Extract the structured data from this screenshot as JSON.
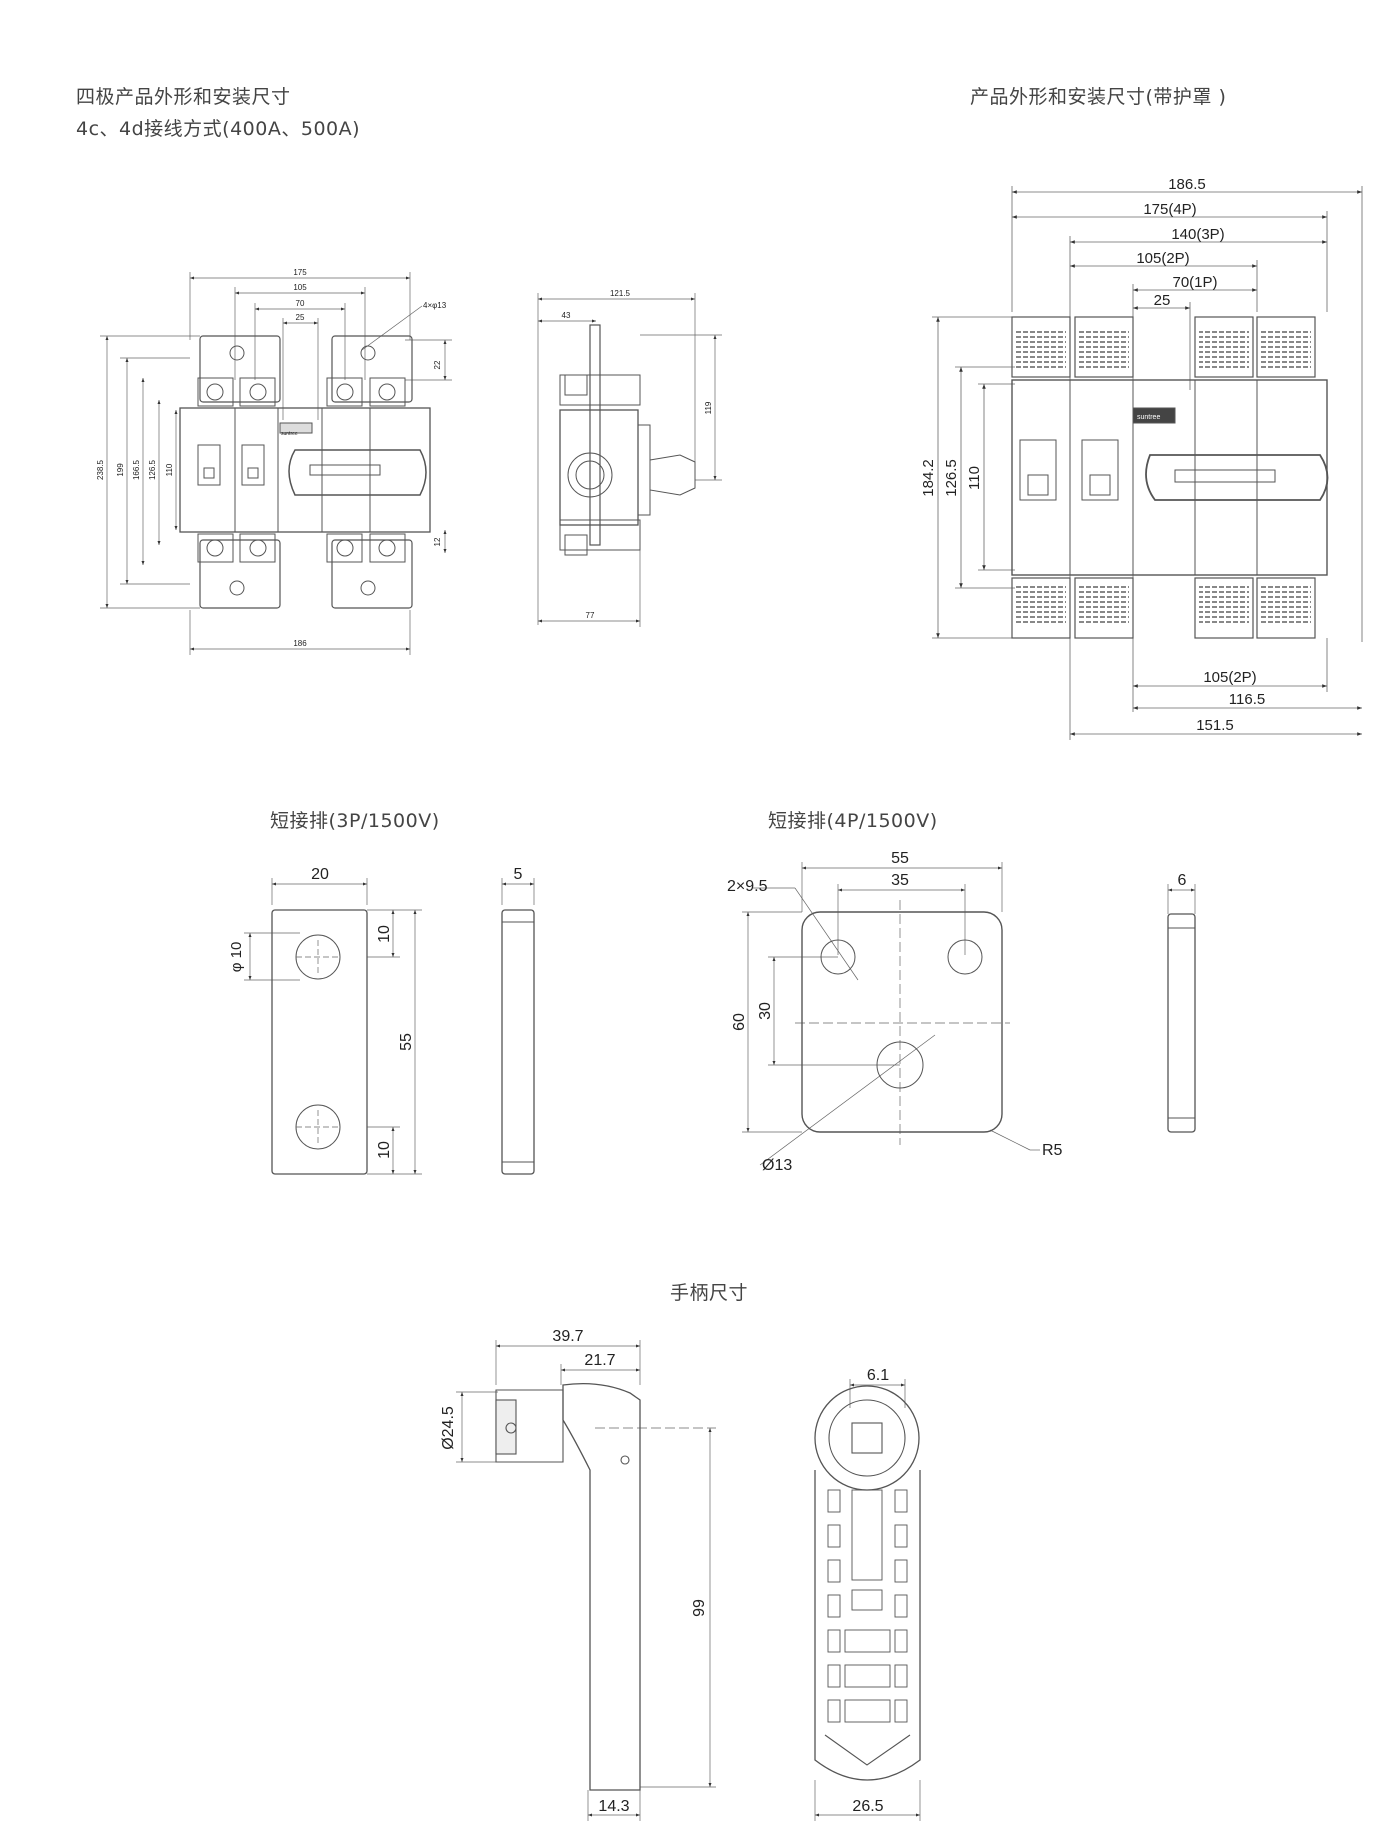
{
  "headers": {
    "four_pole_line1": "四极产品外形和安装尺寸",
    "four_pole_line2": "4c、4d接线方式(400A、500A)",
    "with_cover": "产品外形和安装尺寸(带护罩 )",
    "busbar_3p": "短接排(3P/1500V)",
    "busbar_4p": "短接排(4P/1500V)",
    "handle": "手柄尺寸"
  },
  "four_pole_front": {
    "dims": [
      "175",
      "105",
      "70",
      "25",
      "4×φ13",
      "22",
      "238.5",
      "199",
      "166.5",
      "126.5",
      "110",
      "12",
      "186"
    ],
    "brand": "suntree"
  },
  "four_pole_side": {
    "dims": [
      "121.5",
      "43",
      "119",
      "77"
    ]
  },
  "covered_view": {
    "top_dims": [
      "186.5",
      "175(4P)",
      "140(3P)",
      "105(2P)",
      "70(1P)",
      "25"
    ],
    "left_dims": [
      "184.2",
      "126.5",
      "110"
    ],
    "bottom_dims": [
      "105(2P)",
      "116.5",
      "151.5"
    ],
    "brand": "suntree"
  },
  "busbar_3p_dims": [
    "20",
    "5",
    "φ 10",
    "10",
    "55",
    "10"
  ],
  "busbar_4p_dims": [
    "55",
    "35",
    "2×9.5",
    "6",
    "60",
    "30",
    "Ø13",
    "R5"
  ],
  "handle_dims": [
    "39.7",
    "21.7",
    "Ø24.5",
    "99",
    "14.3",
    "6.1",
    "26.5"
  ]
}
